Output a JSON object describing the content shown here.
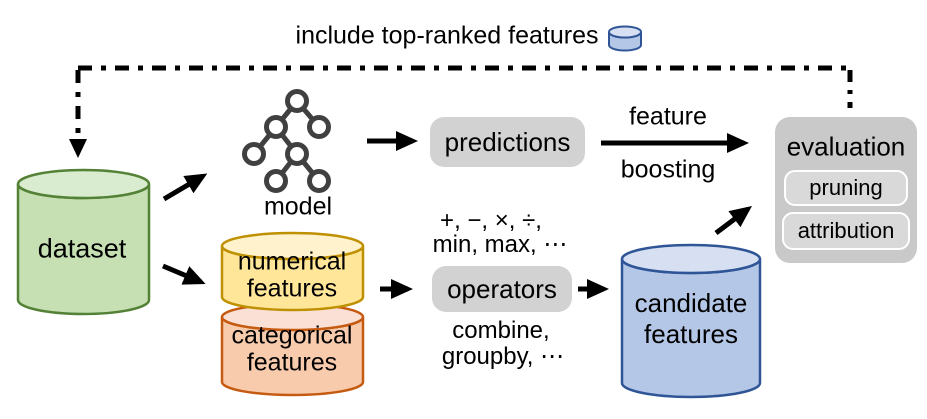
{
  "feedback": {
    "label": "include top-ranked features"
  },
  "dataset": {
    "label": "dataset"
  },
  "model": {
    "label": "model"
  },
  "predictions": {
    "label": "predictions"
  },
  "boosting": {
    "line1": "feature",
    "line2": "boosting"
  },
  "evaluation": {
    "label": "evaluation",
    "children": [
      {
        "label": "pruning"
      },
      {
        "label": "attribution"
      }
    ]
  },
  "numerical": {
    "line1": "numerical",
    "line2": "features"
  },
  "categorical": {
    "line1": "categorical",
    "line2": "features"
  },
  "operators": {
    "label": "operators",
    "above1": "+, −, ×, ÷,",
    "above2": "min, max, ⋯",
    "below1": "combine,",
    "below2": "groupby, ⋯"
  },
  "candidate": {
    "line1": "candidate",
    "line2": "features"
  },
  "colors": {
    "dataset_fill": "#c6e0b4",
    "dataset_top": "#d9ecd0",
    "dataset_stroke": "#538135",
    "numerical_fill": "#ffe699",
    "numerical_top": "#fff2cc",
    "numerical_stroke": "#bf9000",
    "categorical_fill": "#f8cbad",
    "categorical_top": "#fbe1d5",
    "categorical_stroke": "#c55a11",
    "candidate_fill": "#b4c7e7",
    "candidate_top": "#d6e0f2",
    "candidate_stroke": "#2f5597",
    "gray_box": "#d2d2d2",
    "evaluation_box": "#c9c9c9",
    "evaluation_subbox": "#d9d9d9",
    "tree_icon": "#404040",
    "line": "#000000"
  }
}
